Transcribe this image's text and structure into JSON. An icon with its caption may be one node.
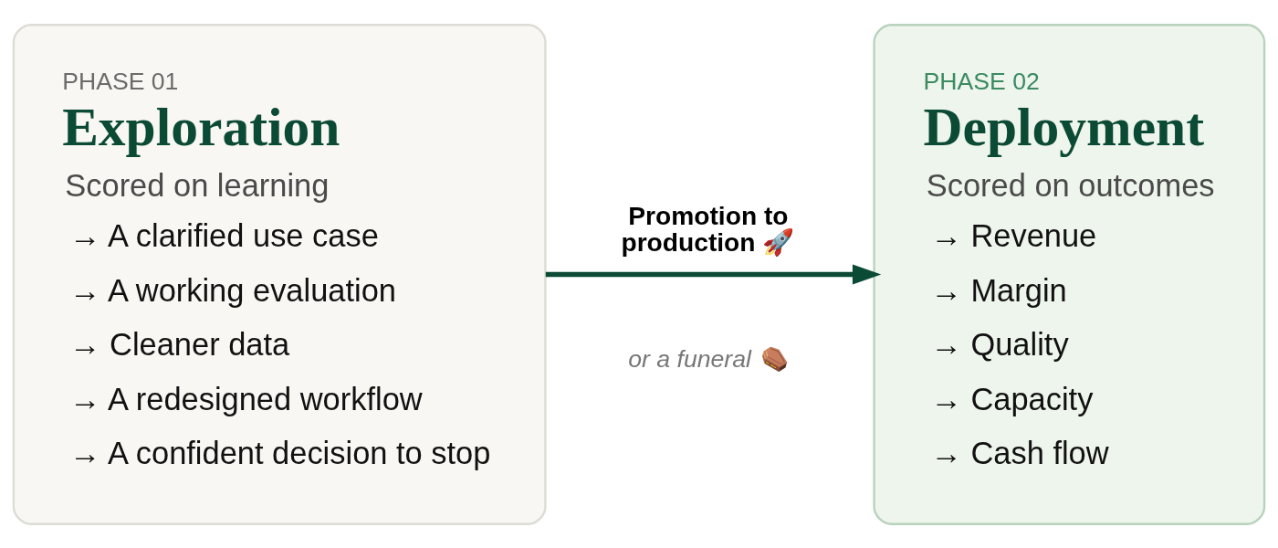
{
  "diagram": {
    "nodes": [
      {
        "text": [
          "PHASE 01",
          "Exploration",
          "Scored on learning",
          "→ A clarified use case",
          "→ A working evaluation",
          "→ Cleaner data",
          "→ A redesigned workflow",
          "→ A confident decision to stop"
        ]
      },
      {
        "text": [
          "PHASE 02",
          "Deployment",
          "Scored on outcomes",
          "→ Revenue",
          "→ Margin",
          "→ Quality",
          "→ Capacity",
          "→ Cash flow"
        ]
      }
    ],
    "edges": [
      {
        "from": 0,
        "to": 1,
        "arrow": "to",
        "label": "Promotion to production 🚀"
      }
    ],
    "labels": [
      "or a funeral ⚰️"
    ]
  }
}
